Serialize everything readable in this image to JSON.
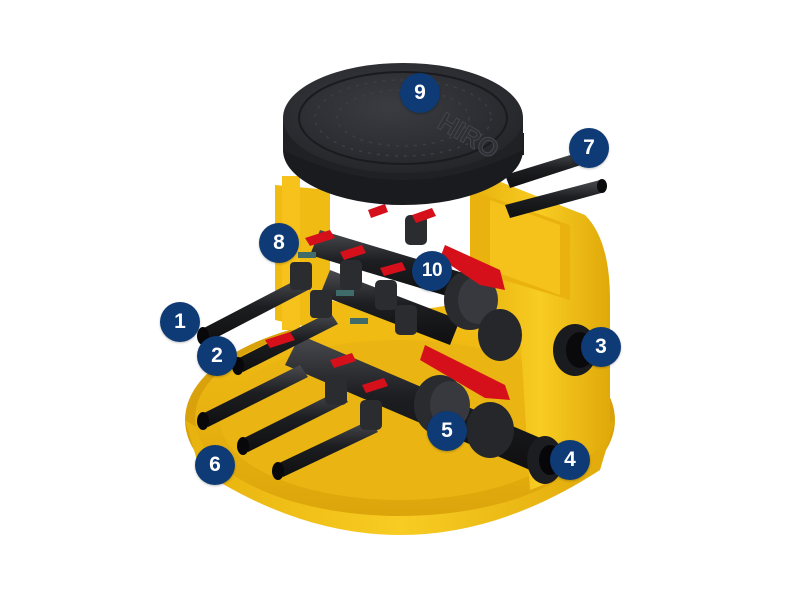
{
  "callouts": [
    {
      "id": "c1",
      "label": "1"
    },
    {
      "id": "c2",
      "label": "2"
    },
    {
      "id": "c3",
      "label": "3"
    },
    {
      "id": "c4",
      "label": "4"
    },
    {
      "id": "c5",
      "label": "5"
    },
    {
      "id": "c6",
      "label": "6"
    },
    {
      "id": "c7",
      "label": "7"
    },
    {
      "id": "c8",
      "label": "8"
    },
    {
      "id": "c9",
      "label": "9"
    },
    {
      "id": "c10",
      "label": "10"
    }
  ],
  "lid_logo": "HIRO",
  "colors": {
    "housing": "#f5c518",
    "housing_shadow": "#d9a80c",
    "housing_dark": "#b98a06",
    "pipe": "#1e1f22",
    "valve_body": "#2c2d31",
    "valve_handle": "#d6101b",
    "lid": "#2d2e32",
    "callout_bg": "#0e3a75",
    "callout_text": "#ffffff"
  }
}
